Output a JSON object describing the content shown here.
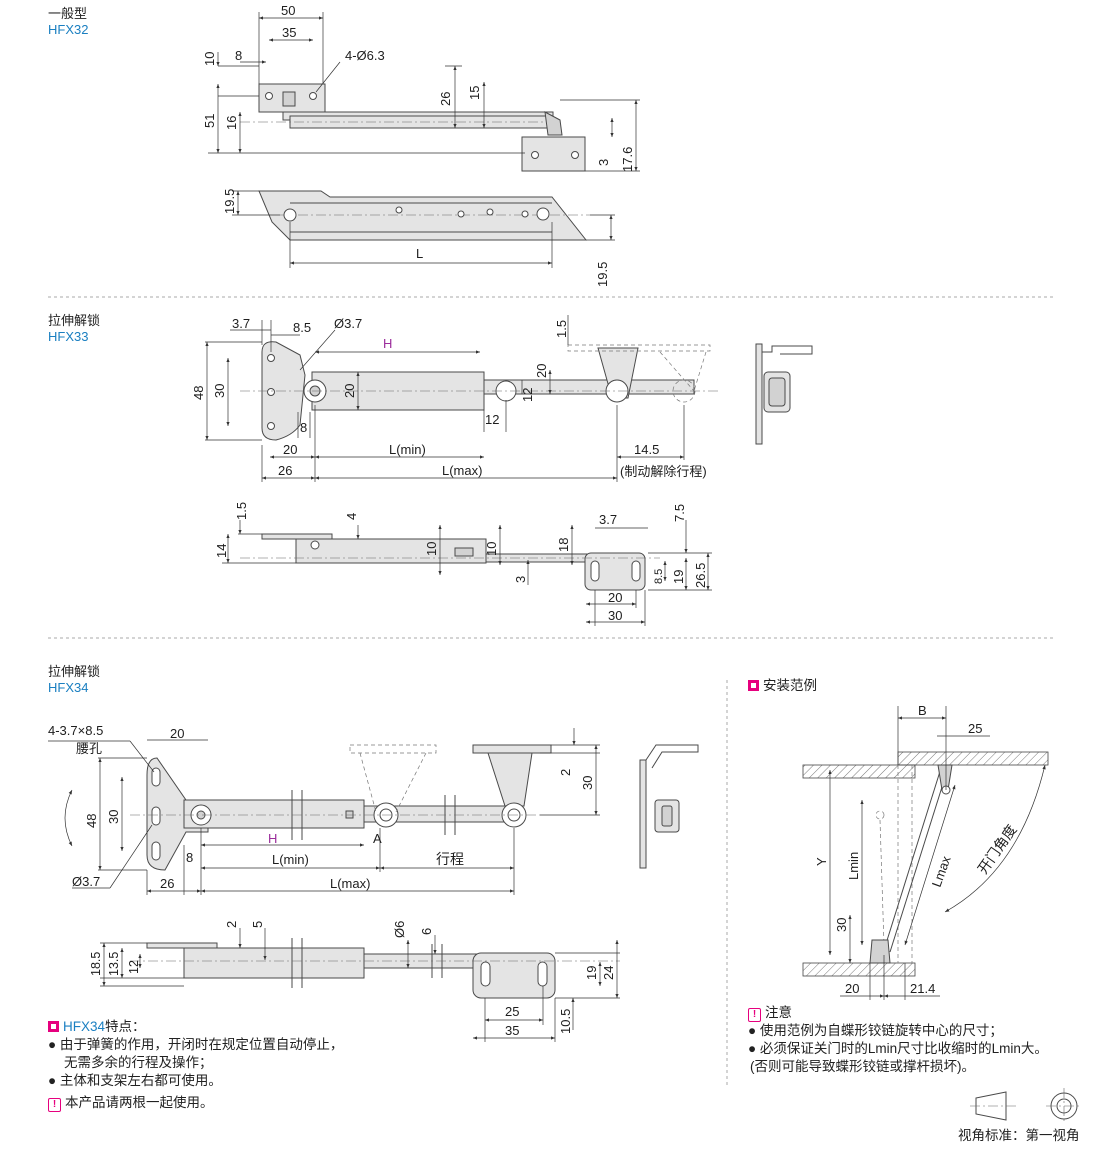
{
  "sections": {
    "hfx32": {
      "name": "一般型",
      "code": "HFX32"
    },
    "hfx33": {
      "name": "拉伸解锁",
      "code": "HFX33"
    },
    "hfx34": {
      "name": "拉伸解锁",
      "code": "HFX34"
    }
  },
  "dims32": {
    "d50": "50",
    "d35": "35",
    "d10": "10",
    "d8": "8",
    "holes": "4-Ø6.3",
    "d51": "51",
    "d16": "16",
    "d26": "26",
    "d15": "15",
    "d3": "3",
    "d17_6": "17.6",
    "d19_5a": "19.5",
    "dL": "L",
    "d19_5b": "19.5"
  },
  "dims33": {
    "d3_7": "3.7",
    "d8_5": "8.5",
    "dia": "Ø3.7",
    "H": "H",
    "d1_5": "1.5",
    "d48": "48",
    "d30": "30",
    "d20v": "20",
    "d20b": "20",
    "d12v": "12",
    "d12h": "12",
    "d8": "8",
    "d20h": "20",
    "lmin": "L(min)",
    "d14_5": "14.5",
    "release": "(制动解除行程)",
    "d26": "26",
    "lmax": "L(max)",
    "s_1_5": "1.5",
    "s_4": "4",
    "s_3_7": "3.7",
    "s_7_5": "7.5",
    "s_14": "14",
    "s_10a": "10",
    "s_10b": "10",
    "s_18": "18",
    "s_3": "3",
    "s_8_5": "8.5",
    "s_19": "19",
    "s_26_5": "26.5",
    "s_20": "20",
    "s_30": "30"
  },
  "dims34": {
    "slots": "4-3.7×8.5",
    "waist": "腰孔",
    "d20": "20",
    "d48": "48",
    "d30": "30",
    "H": "H",
    "A": "A",
    "d8": "8",
    "lmin": "L(min)",
    "stroke": "行程",
    "dia": "Ø3.7",
    "d26": "26",
    "lmax": "L(max)",
    "d2": "2",
    "d30r": "30",
    "s_2": "2",
    "s_5": "5",
    "s_d6": "Ø6",
    "s_6": "6",
    "s_18_5": "18.5",
    "s_13_5": "13.5",
    "s_12": "12",
    "s_19": "19",
    "s_24": "24",
    "s_25": "25",
    "s_10_5": "10.5",
    "s_35": "35"
  },
  "install": {
    "title": "安装范例",
    "B": "B",
    "d25": "25",
    "Y": "Y",
    "Lmin": "Lmin",
    "Lmax": "Lmax",
    "angle": "开门角度",
    "d30": "30",
    "d20": "20",
    "d21_4": "21.4"
  },
  "features": {
    "title_code": "HFX34",
    "title_suffix": "特点：",
    "items": [
      "由于弹簧的作用，开闭时在规定位置自动停止，",
      "无需多余的行程及操作；",
      "主体和支架左右都可使用。"
    ],
    "warning": "本产品请两根一起使用。"
  },
  "notes": {
    "title": "注意",
    "items": [
      "使用范例为自蝶形铰链旋转中心的尺寸；",
      "必须保证关门时的Lmin尺寸比收缩时的Lmin大。",
      "(否则可能导致蝶形铰链或撑杆损坏)。"
    ]
  },
  "projection": {
    "label": "视角标准：第一视角"
  },
  "colors": {
    "accent": "#e6007e",
    "code_blue": "#1a7fc1",
    "h_label": "#9b2d9b"
  }
}
